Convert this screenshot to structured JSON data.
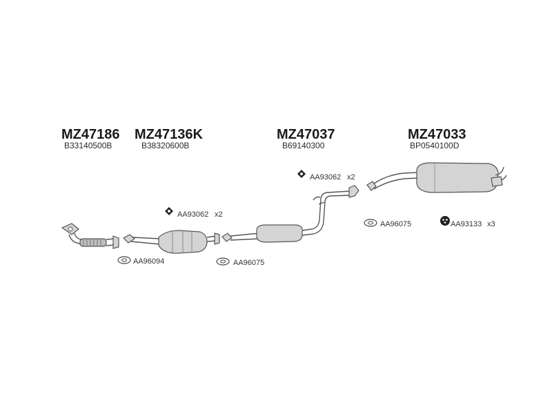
{
  "parts": [
    {
      "number": "MZ47186",
      "oem": "B33140500B"
    },
    {
      "number": "MZ47136K",
      "oem": "B38320600B"
    },
    {
      "number": "MZ47037",
      "oem": "B69140300"
    },
    {
      "number": "MZ47033",
      "oem": "BP0540100D"
    }
  ],
  "accessories": [
    {
      "code": "AA93062",
      "qty": "x2",
      "icon": "rubber-hanger-icon"
    },
    {
      "code": "AA93062",
      "qty": "x2",
      "icon": "rubber-hanger-icon"
    },
    {
      "code": "AA96075",
      "qty": "",
      "icon": "gasket-ring-icon"
    },
    {
      "code": "AA96094",
      "qty": "",
      "icon": "gasket-ring-icon"
    },
    {
      "code": "AA96075",
      "qty": "",
      "icon": "gasket-ring-icon"
    },
    {
      "code": "AA93133",
      "qty": "x3",
      "icon": "rubber-ring-icon"
    }
  ],
  "colors": {
    "line": "#555555",
    "fill": "#d4d4d4",
    "text": "#1a1a1a"
  }
}
